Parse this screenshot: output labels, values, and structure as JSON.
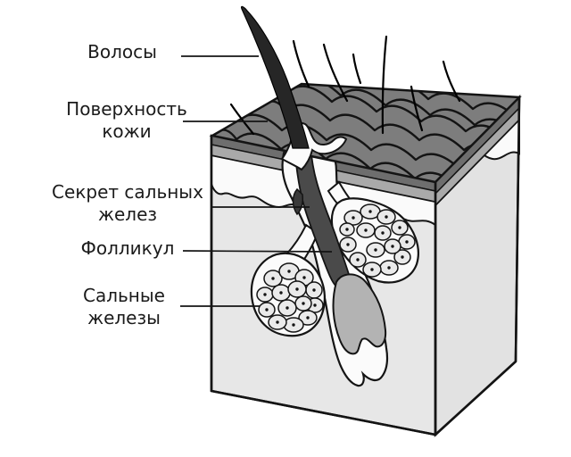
{
  "figure": {
    "kind": "skin-hair-follicle-diagram",
    "language": "ru"
  },
  "labels": {
    "hair": {
      "line1": "Волосы",
      "line2": ""
    },
    "skin_surface": {
      "line1": "Поверхность",
      "line2": "кожи"
    },
    "sebum": {
      "line1": "Секрет сальных",
      "line2": "желез"
    },
    "follicle": {
      "line1": "Фолликул",
      "line2": ""
    },
    "glands": {
      "line1": "Сальные",
      "line2": "железы"
    }
  },
  "colors": {
    "background": "#ffffff",
    "outline": "#141414",
    "text": "#1b1b1b",
    "scales_top": "#7d7d7d",
    "scale_side_dark": "#6e6e6e",
    "scale_side_light": "#a9a9a9",
    "epidermis_white": "#fafafa",
    "dermis_front": "#e7e7e7",
    "dermis_side": "#e2e2e2",
    "hair_outside": "#262626",
    "hair_shaft": "#4a4a4a",
    "sebum_dark": "#3a3a3a",
    "hair_bulb": "#b3b3b3",
    "gland_cell": "#eaeaea",
    "follicle_white": "#fbfbfb"
  }
}
